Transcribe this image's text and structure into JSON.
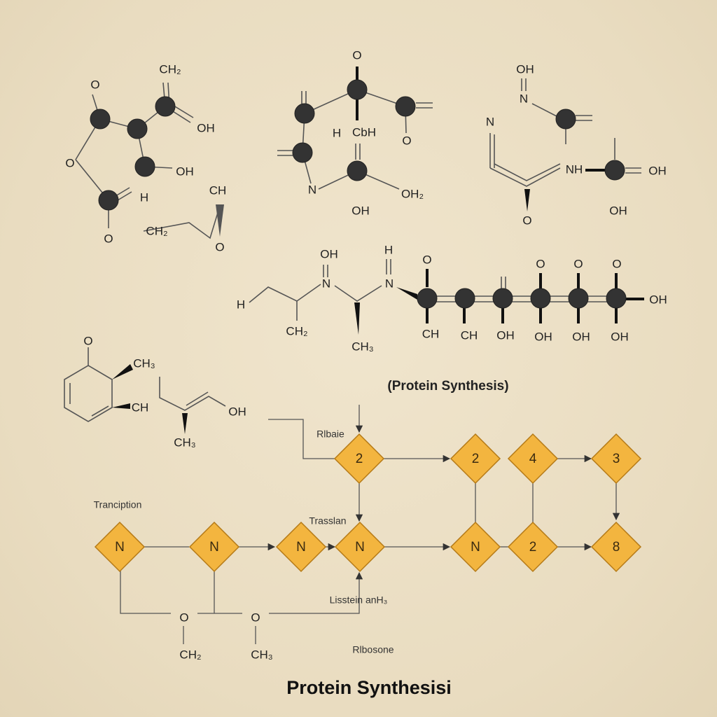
{
  "title": "Protein Synthesisi",
  "subtitle": "(Protein Synthesis)",
  "flow_labels": {
    "ribose": "Rlbaie",
    "transcription": "Tranciption",
    "translation": "Trasslan",
    "listening": "Lisstein anH₃",
    "ribosome": "Rlbosone"
  },
  "nodes": {
    "top_1": "2",
    "top_2": "2",
    "top_3": "4",
    "top_4": "3",
    "bottom_1": "N",
    "bottom_2": "N",
    "bottom_3": "N",
    "bottom_4": "N",
    "bottom_5": "N",
    "bottom_6": "2",
    "bottom_7": "8"
  },
  "bottom_groups": {
    "o_left": "O",
    "o_right": "O",
    "ch2": "CH₂",
    "ch3": "CH₃"
  },
  "molecule_a": {
    "ch2": "CH₂",
    "o_top": "O",
    "oh_1": "OH",
    "o_ring": "O",
    "oh_2": "OH",
    "h": "H",
    "o_bottom": "O",
    "ch": "CH",
    "ch2_b": "CH₂",
    "o_b": "O"
  },
  "molecule_b": {
    "o_top": "O",
    "h": "H",
    "choh": "CbH",
    "o_right": "O",
    "n": "N",
    "oh2": "OH₂",
    "oh": "OH"
  },
  "molecule_c": {
    "oh": "OH",
    "n_top": "N",
    "n_left": "N",
    "nh": "NH",
    "oh_right": "OH",
    "o_bottom": "O",
    "oh_bottom": "OH"
  },
  "chain": {
    "oh_top": "OH",
    "n_1": "N",
    "h_top": "H",
    "n_2": "N",
    "h_left": "H",
    "ch2": "CH₂",
    "ch3": "CH₃",
    "o_1": "O",
    "o_2": "O",
    "o_3": "O",
    "o_4": "O",
    "ch_1": "CH",
    "ch_2": "CH",
    "oh_1": "OH",
    "oh_2": "OH",
    "oh_3": "OH",
    "oh_4": "OH",
    "oh_end": "OH"
  },
  "molecule_ring": {
    "o": "O",
    "ch3": "CH₃",
    "ch": "CH"
  },
  "molecule_small": {
    "oh": "OH",
    "ch3": "CH₃"
  }
}
